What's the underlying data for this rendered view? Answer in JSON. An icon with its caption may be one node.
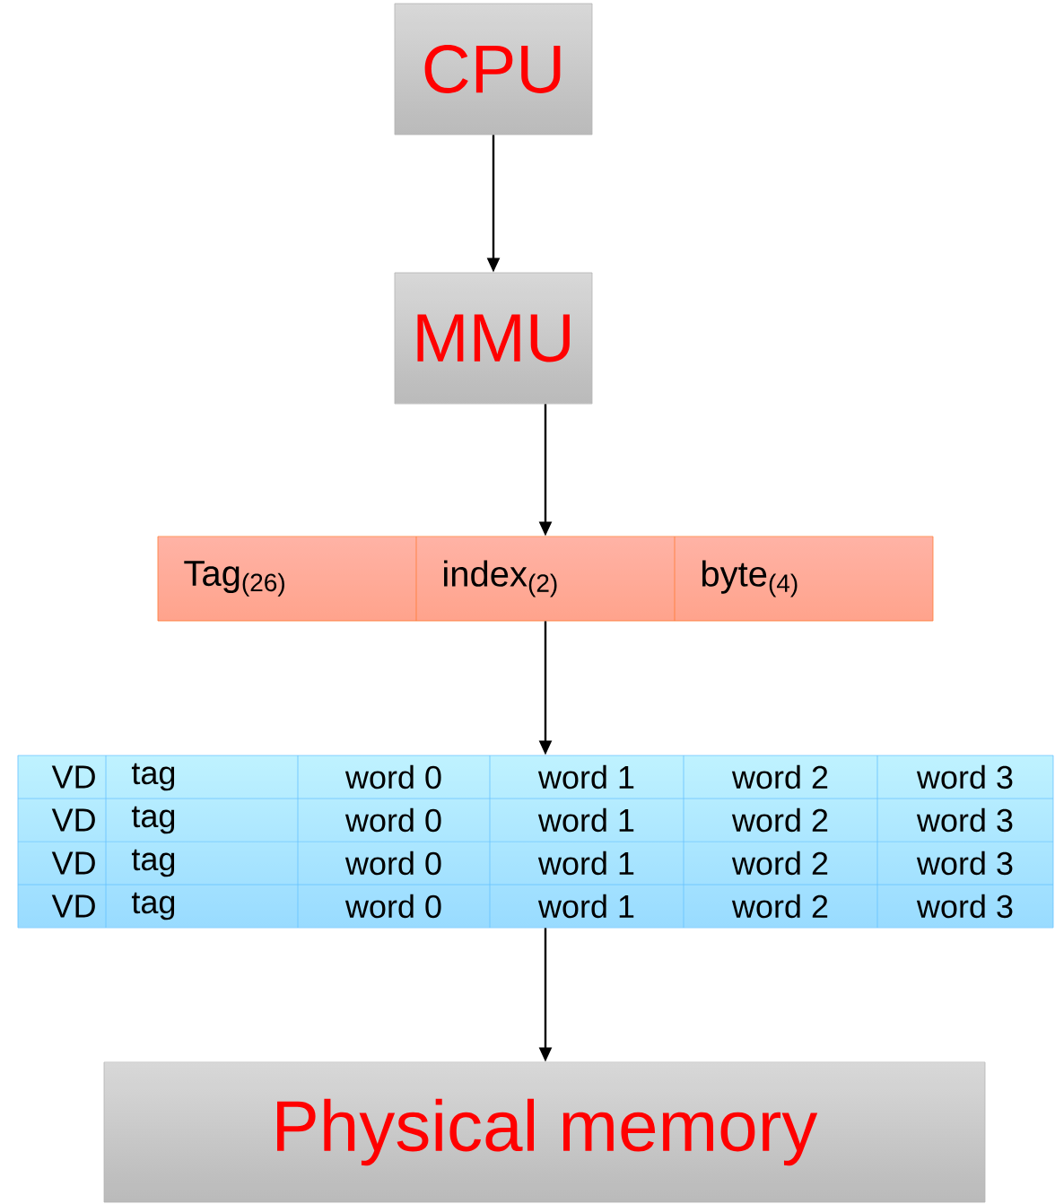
{
  "diagram": {
    "nodes": [
      {
        "text": [
          "CPU"
        ]
      },
      {
        "text": [
          "MMU"
        ]
      },
      {
        "text": [
          "Tag$_{(26)}$",
          "index$_{(2)}$",
          "byte$_{(4)}$"
        ]
      },
      {
        "text": [
          "VD",
          "tag",
          "word 0",
          "word 1",
          "word 2",
          "word 3",
          "VD",
          "tag",
          "word 0",
          "word 1",
          "word 2",
          "word 3",
          "VD",
          "tag",
          "word 0",
          "word 1",
          "word 2",
          "word 3",
          "VD",
          "tag",
          "word 0",
          "word 1",
          "word 2",
          "word 3"
        ]
      },
      {
        "text": [
          "Physical memory"
        ]
      }
    ],
    "edges": [
      {
        "from": 0,
        "to": 1,
        "arrow": "to"
      },
      {
        "from": 1,
        "to": 2,
        "arrow": "to"
      },
      {
        "from": 2,
        "to": 3,
        "arrow": "to"
      },
      {
        "from": 3,
        "to": 4,
        "arrow": "to"
      }
    ]
  }
}
